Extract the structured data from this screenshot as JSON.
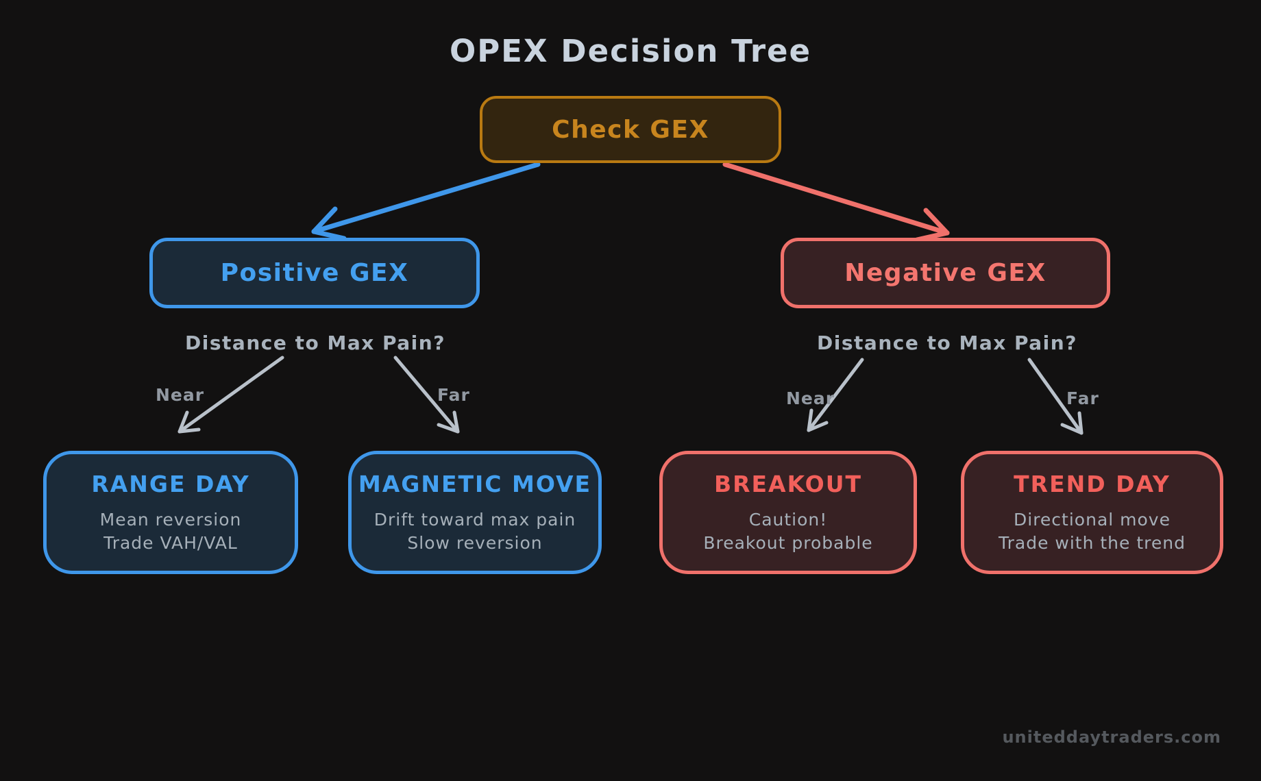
{
  "title": "OPEX Decision Tree",
  "root": {
    "label": "Check GEX"
  },
  "branches": [
    {
      "label": "Positive GEX",
      "question": "Distance to Max Pain?",
      "near": "Near",
      "far": "Far",
      "outcomes": [
        {
          "title": "RANGE DAY",
          "line1": "Mean reversion",
          "line2": "Trade VAH/VAL"
        },
        {
          "title": "MAGNETIC MOVE",
          "line1": "Drift toward max pain",
          "line2": "Slow reversion"
        }
      ]
    },
    {
      "label": "Negative GEX",
      "question": "Distance to Max Pain?",
      "near": "Near",
      "far": "Far",
      "outcomes": [
        {
          "title": "BREAKOUT",
          "line1": "Caution!",
          "line2": "Breakout probable"
        },
        {
          "title": "TREND DAY",
          "line1": "Directional move",
          "line2": "Trade with the trend"
        }
      ]
    }
  ],
  "watermark": "uniteddaytraders.com",
  "colors": {
    "background": "#121111",
    "orange_border": "#b97a12",
    "orange_text": "#c8851e",
    "blue": "#3f97ea",
    "red": "#f0716b",
    "gray_text": "#a9b3bd"
  }
}
